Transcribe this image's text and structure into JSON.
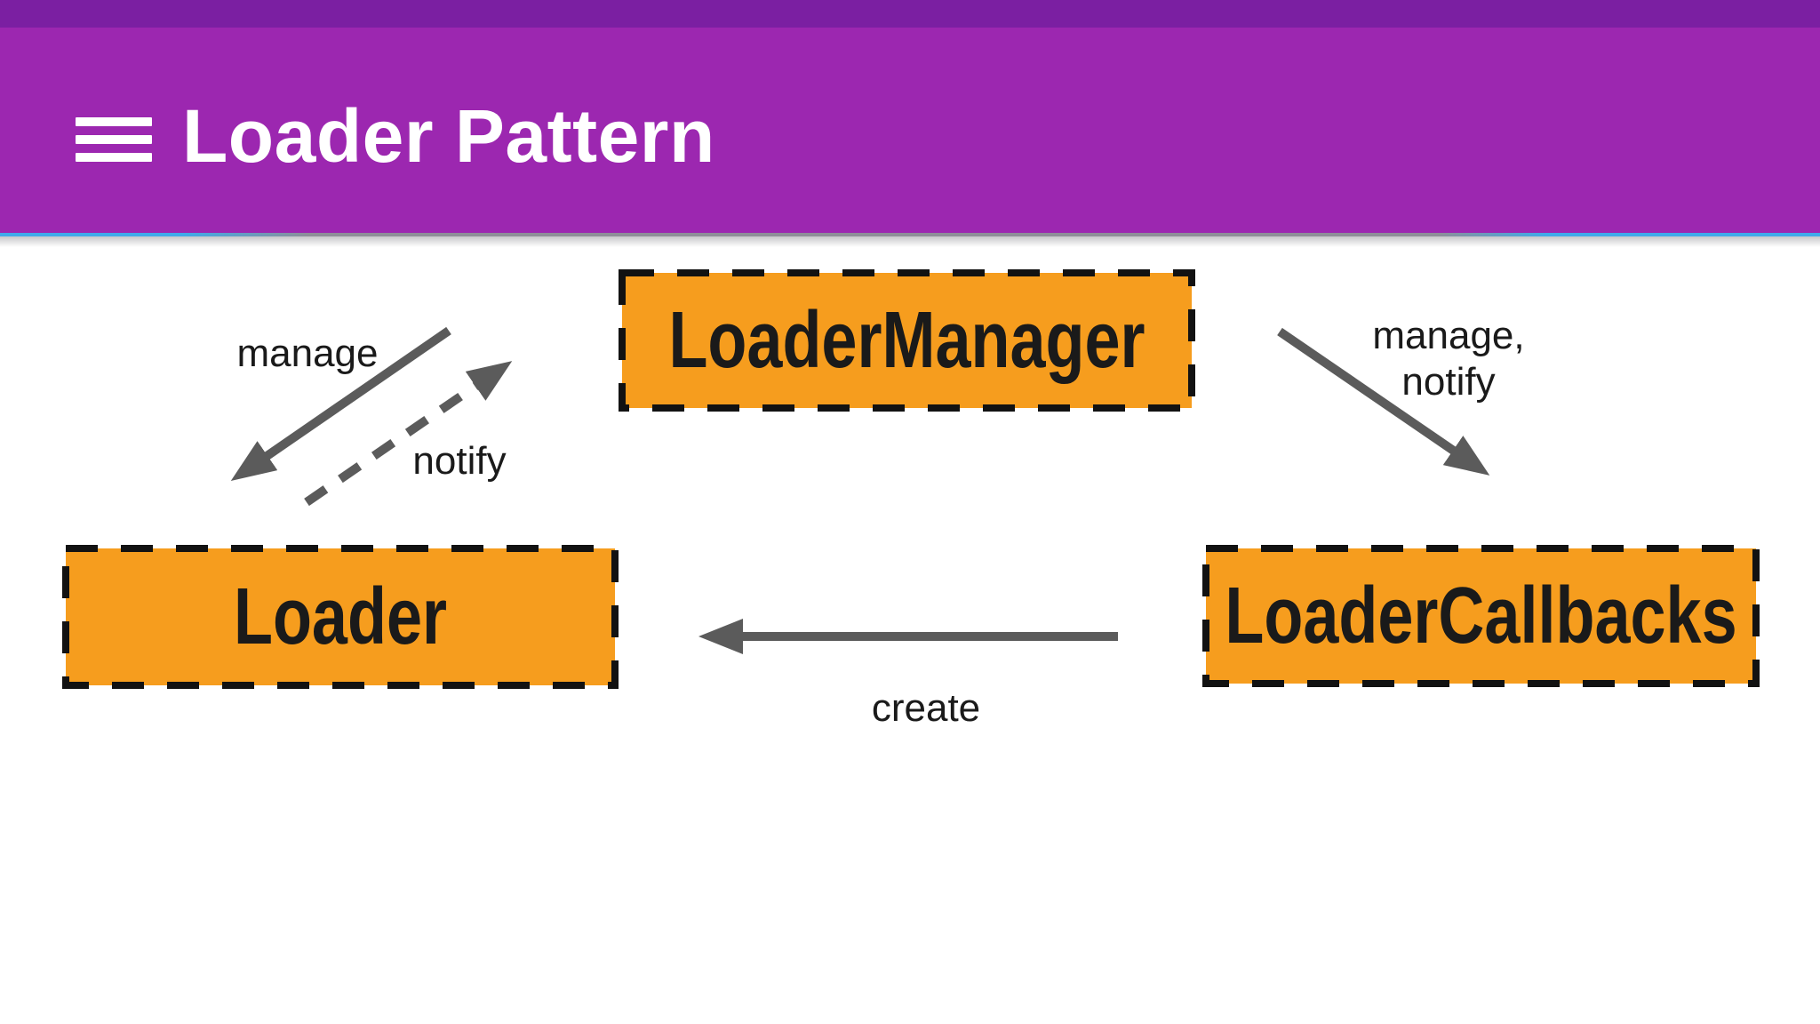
{
  "app_bar": {
    "title": "Loader Pattern"
  },
  "diagram": {
    "nodes": [
      {
        "id": "loader-manager",
        "label": "LoaderManager"
      },
      {
        "id": "loader",
        "label": "Loader"
      },
      {
        "id": "loader-callbacks",
        "label": "LoaderCallbacks"
      }
    ],
    "edges": [
      {
        "from": "loader-manager",
        "to": "loader",
        "style": "solid",
        "label": "manage"
      },
      {
        "from": "loader",
        "to": "loader-manager",
        "style": "dashed",
        "label": "notify"
      },
      {
        "from": "loader-manager",
        "to": "loader-callbacks",
        "style": "solid",
        "label_line1": "manage,",
        "label_line2": "notify"
      },
      {
        "from": "loader-callbacks",
        "to": "loader",
        "style": "solid",
        "label": "create"
      }
    ]
  },
  "theme": {
    "bg": "#FFFFFF",
    "status_bar": "#7B1FA2",
    "app_bar": "#9C27B0",
    "title_text": "#FFFFFF",
    "box_fill": "#F69D1E",
    "box_stroke": "#121212",
    "arrow": "#5B5B5B",
    "label_text": "#1A1A1A",
    "edge_blue": "#3FAAEA",
    "edge_shadow": "#8E8E98"
  }
}
